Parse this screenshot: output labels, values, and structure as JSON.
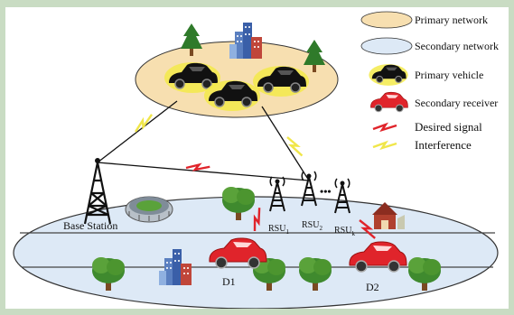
{
  "legend": {
    "primary_network": "Primary network",
    "secondary_network": "Secondary network",
    "primary_vehicle": "Primary vehicle",
    "secondary_receiver": "Secondary receiver",
    "desired_signal": "Desired signal",
    "interference": "Interference"
  },
  "labels": {
    "base_station": "Base Station",
    "rsu1_main": "RSU",
    "rsu1_sub": "1",
    "rsu2_main": "RSU",
    "rsu2_sub": "2",
    "rsuk_main": "RSU",
    "rsuk_sub": "k",
    "d1": "D1",
    "d2": "D2",
    "dots": "•••"
  },
  "colors": {
    "primary_network_fill": "#f7dfb0",
    "secondary_network_fill": "#dde9f6",
    "primary_vehicle_glow": "#f3ea4a",
    "secondary_car": "#e0242b",
    "desired_signal": "#e0242b",
    "interference": "#f0e64a",
    "tree": "#3f8a2e",
    "background": "#c9dcc3"
  }
}
